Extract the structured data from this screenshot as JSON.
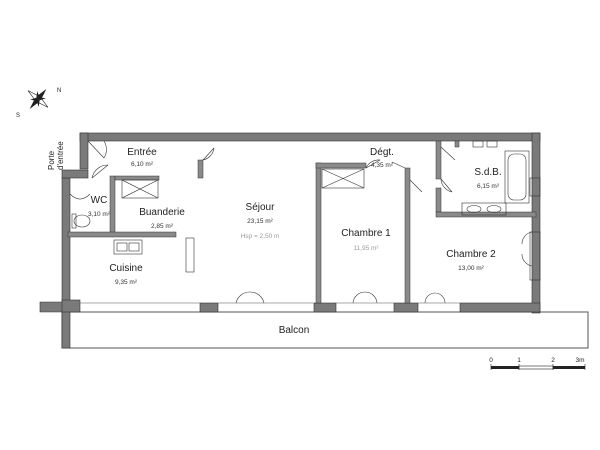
{
  "compass": {
    "letters": {
      "s": "S",
      "n": "N"
    }
  },
  "entrance": {
    "line1": "Porte",
    "line2": "d'entrée"
  },
  "rooms": [
    {
      "id": "entree",
      "name": "Entrée",
      "area": "6,10 m²"
    },
    {
      "id": "wc",
      "name": "WC",
      "area": "3,10 m²"
    },
    {
      "id": "buanderie",
      "name": "Buanderie",
      "area": "2,85 m²"
    },
    {
      "id": "cuisine",
      "name": "Cuisine",
      "area": "9,35 m²"
    },
    {
      "id": "sejour",
      "name": "Séjour",
      "area": "23,15 m²",
      "note": "Hsp = 2,50 m"
    },
    {
      "id": "degt",
      "name": "Dégt.",
      "area": "4,35 m²"
    },
    {
      "id": "chambre1",
      "name": "Chambre 1",
      "area": "11,95 m²"
    },
    {
      "id": "sdb",
      "name": "S.d.B.",
      "area": "6,15 m²"
    },
    {
      "id": "chambre2",
      "name": "Chambre 2",
      "area": "13,00 m²"
    },
    {
      "id": "balcon",
      "name": "Balcon"
    }
  ],
  "scale_bar": {
    "ticks": [
      "0",
      "1",
      "2",
      "3m"
    ]
  },
  "colors": {
    "wall": "#7a7a7a",
    "line": "#333333"
  }
}
